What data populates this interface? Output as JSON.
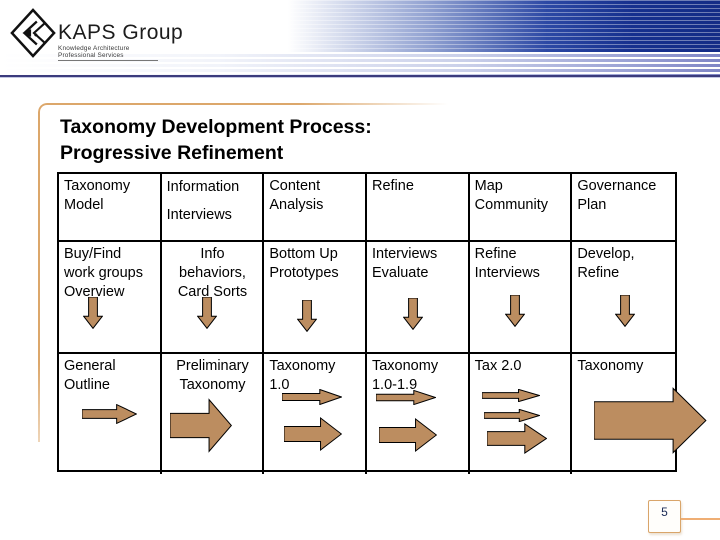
{
  "logo": {
    "name": "KAPS Group",
    "tagline": "Knowledge Architecture Professional Services"
  },
  "title": {
    "line1": "Taxonomy Development Process:",
    "line2": "Progressive Refinement"
  },
  "page": {
    "number": "5"
  },
  "colors": {
    "arrow_fill": "#bc8d60",
    "frame_tan": "#d9a56a",
    "band_blue": "#16308e",
    "rule_purple": "#3b3b7d"
  },
  "icons": {
    "logo_mark": "kaps-diamond-logo",
    "step_arrow": "down-block-arrow",
    "flow_arrow": "right-block-arrow"
  },
  "table": {
    "headers": [
      "Taxonomy\nModel",
      "Information\nInterviews",
      "Content\nAnalysis",
      "Refine",
      "Map\nCommunity",
      "Governance\nPlan"
    ],
    "activities": [
      "Buy/Find\nwork groups\nOverview",
      "Info\nbehaviors,\nCard Sorts",
      "Bottom Up\nPrototypes",
      "Interviews\nEvaluate",
      "Refine\nInterviews",
      "Develop,\nRefine"
    ],
    "outputs": [
      "General\nOutline",
      "Preliminary\nTaxonomy",
      "Taxonomy\n1.0",
      "Taxonomy\n1.0-1.9",
      "Tax 2.0",
      "Taxonomy"
    ]
  }
}
